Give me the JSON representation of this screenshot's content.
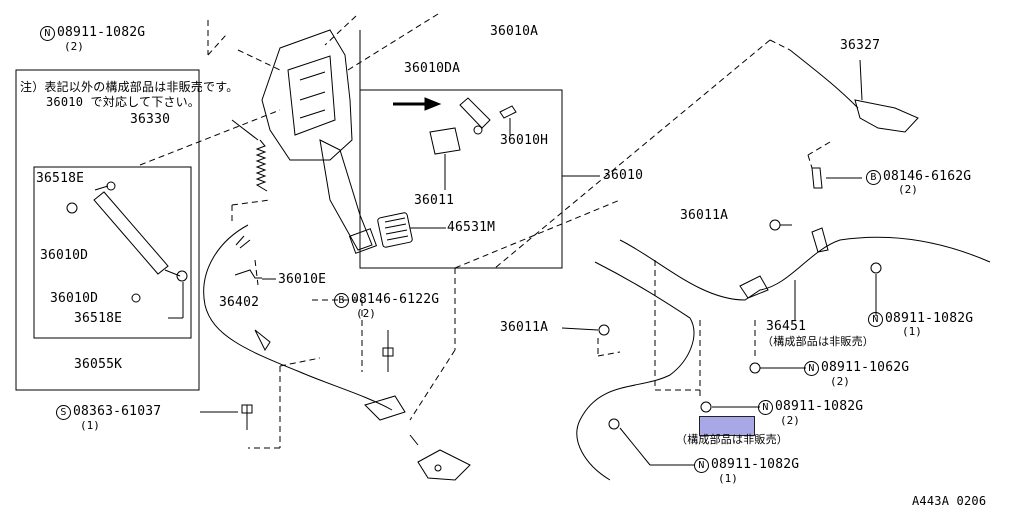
{
  "note": {
    "line1": "注）表記以外の構成部品は非販売です。",
    "line2": "36010 で対応して下さい。"
  },
  "parts": {
    "p08911_1082G_top": {
      "prefix": "N",
      "code": "08911-1082G",
      "qty": "(2)"
    },
    "p36010A": "36010A",
    "p36010DA": "36010DA",
    "p36327": "36327",
    "p36330": "36330",
    "p36010H": "36010H",
    "p36011": "36011",
    "p36010": "36010",
    "p08146_6162G": {
      "prefix": "B",
      "code": "08146-6162G",
      "qty": "(2)"
    },
    "p36518E_top": "36518E",
    "p36010D_left": "36010D",
    "p46531M": "46531M",
    "p36011A_top": "36011A",
    "p36010E": "36010E",
    "p36402": "36402",
    "p08146_6122G": {
      "prefix": "B",
      "code": "08146-6122G",
      "qty": "(2)"
    },
    "p36010D_bot": "36010D",
    "p36518E_bot": "36518E",
    "p36055K": "36055K",
    "p36011A_mid": "36011A",
    "p36451": "36451",
    "p36451_note": "（構成部品は非販売）",
    "p08911_1082G_right": {
      "prefix": "N",
      "code": "08911-1082G",
      "qty": "(1)"
    },
    "p08911_1062G": {
      "prefix": "N",
      "code": "08911-1062G",
      "qty": "(2)"
    },
    "p08363_61037": {
      "prefix": "S",
      "code": "08363-61037",
      "qty": "(1)"
    },
    "p08911_1082G_mid": {
      "prefix": "N",
      "code": "08911-1082G",
      "qty": "(2)"
    },
    "p_note2": "（構成部品は非販売）",
    "p08911_1082G_bot": {
      "prefix": "N",
      "code": "08911-1082G",
      "qty": "(1)"
    }
  },
  "figure_id": "A443A 0206",
  "colors": {
    "highlight": "#a8a8e6",
    "line": "#000000"
  }
}
